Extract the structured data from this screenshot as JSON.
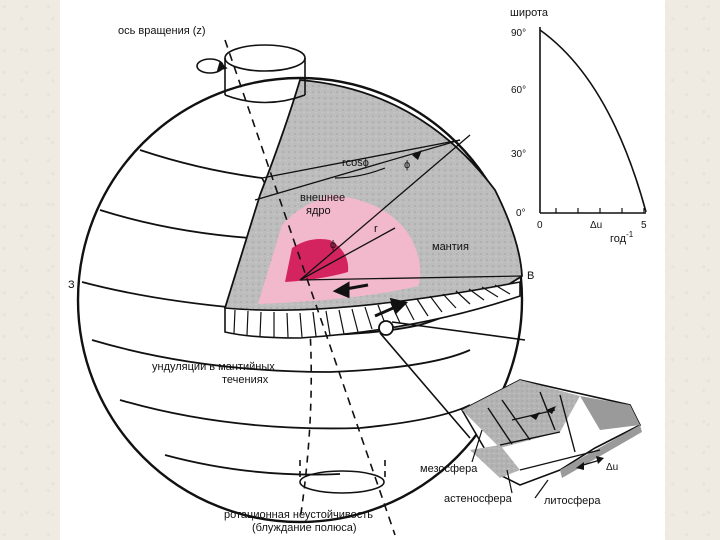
{
  "labels": {
    "rotation_axis": "ось вращения (z)",
    "rcos": "rcosϕ",
    "phi_top": "ϕ",
    "phi_core": "ϕ",
    "r": "r",
    "outer_core_1": "внешнее",
    "outer_core_2": "ядро",
    "mantle": "мантия",
    "west": "З",
    "east": "В",
    "undulations_1": "ундуляции в мантийных",
    "undulations_2": "течениях",
    "mesosphere": "мезосфера",
    "asthenosphere": "астеносфера",
    "lithosphere": "литосфера",
    "delta_u_inset": "Δu",
    "instability_1": "ротационная неустойчивость",
    "instability_2": "(блуждание полюса)"
  },
  "graph": {
    "ylabel": "широта",
    "xlabel": "год",
    "xlabel_exp": "-1",
    "yticks": [
      "0°",
      "30°",
      "60°",
      "90°"
    ],
    "xticks": [
      "0",
      "5"
    ],
    "x_mid_label": "Δu"
  },
  "colors": {
    "mantle_gray": "#bdbdbd",
    "outer_core_pink": "#f2b8cc",
    "inner_core_magenta": "#d4245f",
    "line": "#111111"
  }
}
